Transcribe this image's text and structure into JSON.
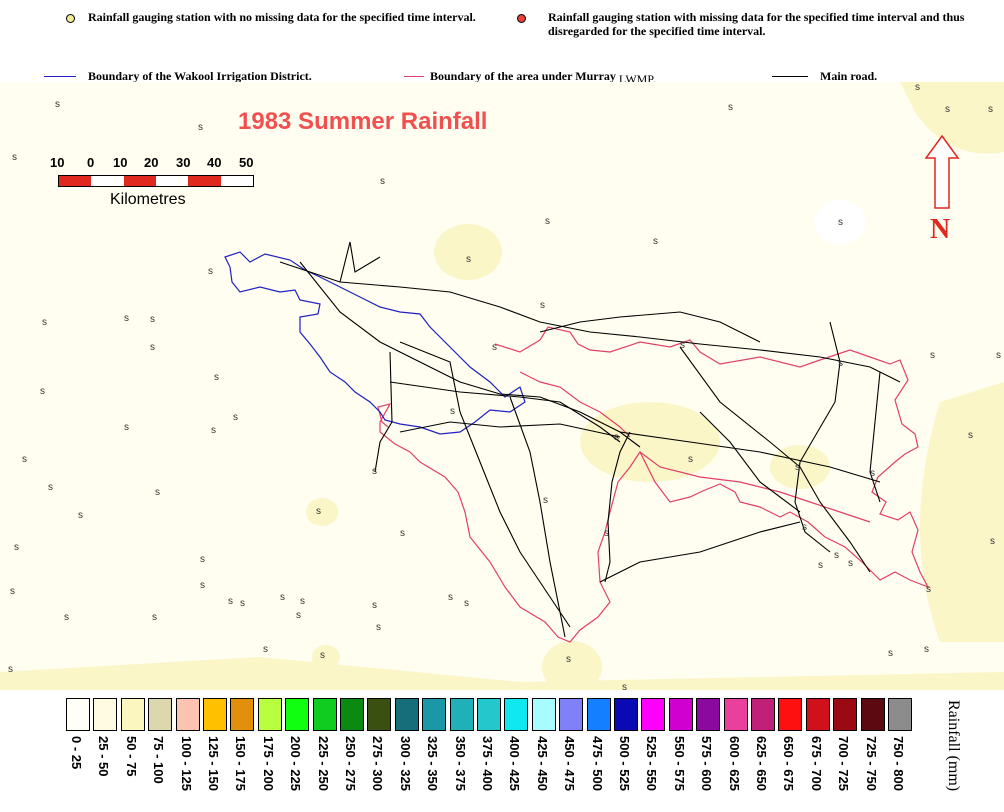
{
  "legend": {
    "station_ok": "Rainfall gauging station with no missing data for the specified time interval.",
    "station_missing": "Rainfall gauging station with missing data for the specified time interval and thus disregarded for the specified time interval.",
    "wakool_boundary": "Boundary of the Wakool Irrigation District.",
    "murray_boundary_prefix": "Boundary of the area under Murray",
    "murray_boundary_suffix": "LWMP.",
    "main_road": "Main road.",
    "colors": {
      "station_ok": "#f2ec9a",
      "station_missing": "#e8403a",
      "wakool": "#2020c0",
      "murray": "#e0406a",
      "road": "#000000"
    }
  },
  "map": {
    "title": "1983 Summer Rainfall",
    "title_color": "#f05050",
    "scale": {
      "labels": [
        "10",
        "0",
        "10",
        "20",
        "30",
        "40",
        "50"
      ],
      "unit": "Kilometres"
    },
    "north_label": "N",
    "station_symbol": "s"
  },
  "colorbar": {
    "label": "Rainfall (mm)",
    "classes": [
      {
        "range": "0 - 25",
        "color": "#fffff8"
      },
      {
        "range": "25 - 50",
        "color": "#fffbe0"
      },
      {
        "range": "50 - 75",
        "color": "#fbf6c0"
      },
      {
        "range": "75 - 100",
        "color": "#ddd7ad"
      },
      {
        "range": "100 - 125",
        "color": "#fcc4b0"
      },
      {
        "range": "125 - 150",
        "color": "#ffc000"
      },
      {
        "range": "150 - 175",
        "color": "#e0900a"
      },
      {
        "range": "175 - 200",
        "color": "#b8ff40"
      },
      {
        "range": "200 - 225",
        "color": "#10ff10"
      },
      {
        "range": "225 - 250",
        "color": "#10cc20"
      },
      {
        "range": "250 - 275",
        "color": "#0a8a10"
      },
      {
        "range": "275 - 300",
        "color": "#3a5010"
      },
      {
        "range": "300 - 325",
        "color": "#166e7a"
      },
      {
        "range": "325 - 350",
        "color": "#1a98a8"
      },
      {
        "range": "350 - 375",
        "color": "#20b0b8"
      },
      {
        "range": "375 - 400",
        "color": "#24c8cc"
      },
      {
        "range": "400 - 425",
        "color": "#10e8f0"
      },
      {
        "range": "425 - 450",
        "color": "#a8fcff"
      },
      {
        "range": "450 - 475",
        "color": "#8080f8"
      },
      {
        "range": "475 - 500",
        "color": "#1480ff"
      },
      {
        "range": "500 - 525",
        "color": "#0a0ab4"
      },
      {
        "range": "525 - 550",
        "color": "#ff00ff"
      },
      {
        "range": "550 - 575",
        "color": "#d000d0"
      },
      {
        "range": "575 - 600",
        "color": "#8a0aa0"
      },
      {
        "range": "600 - 625",
        "color": "#e8409c"
      },
      {
        "range": "625 - 650",
        "color": "#c02078"
      },
      {
        "range": "650 - 675",
        "color": "#ff1010"
      },
      {
        "range": "675 - 700",
        "color": "#d0101a"
      },
      {
        "range": "700 - 725",
        "color": "#9a0a10"
      },
      {
        "range": "725 - 750",
        "color": "#5a0a10"
      },
      {
        "range": "750 - 800",
        "color": "#8c8c8c"
      }
    ]
  }
}
